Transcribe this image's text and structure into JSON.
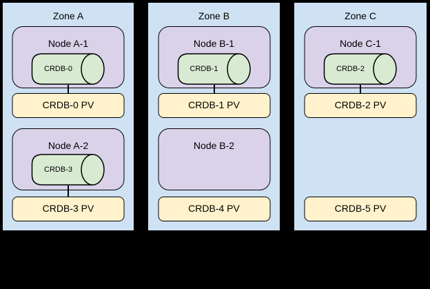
{
  "colors": {
    "background": "#000000",
    "zone_fill": "#cfe2f3",
    "node_fill": "#d9d2e9",
    "cylinder_fill": "#d9ead3",
    "pv_fill": "#fff2cc",
    "stroke": "#000000"
  },
  "zones": [
    {
      "label": "Zone A",
      "nodes": [
        {
          "label": "Node A-1",
          "cylinder": "CRDB-0",
          "pv": "CRDB-0 PV"
        },
        {
          "label": "Node A-2",
          "cylinder": "CRDB-3",
          "pv": "CRDB-3 PV"
        }
      ]
    },
    {
      "label": "Zone B",
      "nodes": [
        {
          "label": "Node B-1",
          "cylinder": "CRDB-1",
          "pv": "CRDB-1 PV"
        },
        {
          "label": "Node B-2",
          "pv": "CRDB-4 PV"
        }
      ]
    },
    {
      "label": "Zone C",
      "nodes": [
        {
          "label": "Node C-1",
          "cylinder": "CRDB-2",
          "pv": "CRDB-2 PV"
        },
        {
          "pv": "CRDB-5 PV"
        }
      ]
    }
  ]
}
